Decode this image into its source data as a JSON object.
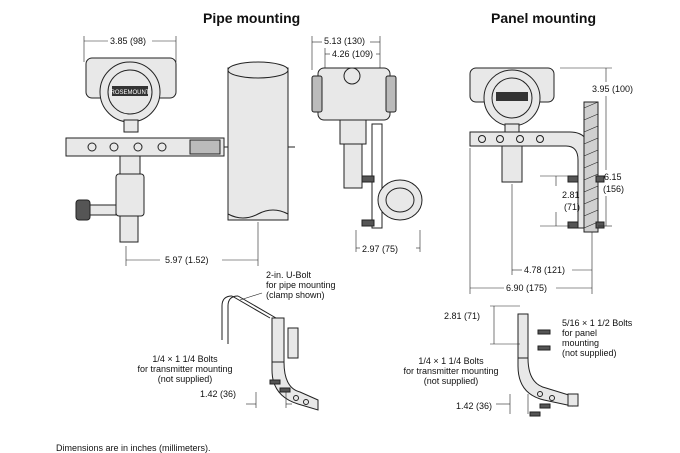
{
  "titles": {
    "pipe": "Pipe mounting",
    "panel": "Panel mounting"
  },
  "dims": {
    "pipe_width": "3.85 (98)",
    "pipe_length": "5.97 (1.52)",
    "side_outer": "5.13 (130)",
    "side_inner": "4.26 (109)",
    "side_clamp": "2.97 (75)",
    "panel_height": "3.95 (100)",
    "panel_hole": "6.15",
    "panel_hole_mm": "(156)",
    "panel_hole_gap": "2.81",
    "panel_hole_gap_mm": "(71)",
    "panel_depth_inner": "4.78 (121)",
    "panel_depth_outer": "6.90 (175)",
    "pipe_detail_bolt": "1.42 (36)",
    "panel_detail_gap": "2.81 (71)",
    "panel_detail_bolt": "1.42 (36)"
  },
  "callouts": {
    "ubolt": [
      "2-in. U-Bolt",
      "for pipe mounting",
      "(clamp shown)"
    ],
    "pipe_bolts": [
      "1/4 × 1 1/4 Bolts",
      "for transmitter mounting",
      "(not supplied)"
    ],
    "panel_bolts": [
      "5/16 × 1 1/2 Bolts",
      "for panel",
      "mounting",
      "(not supplied)"
    ],
    "panel_tx_bolts": [
      "1/4 × 1 1/4 Bolts",
      "for transmitter mounting",
      "(not supplied)"
    ]
  },
  "footer": "Dimensions are in inches (millimeters)."
}
